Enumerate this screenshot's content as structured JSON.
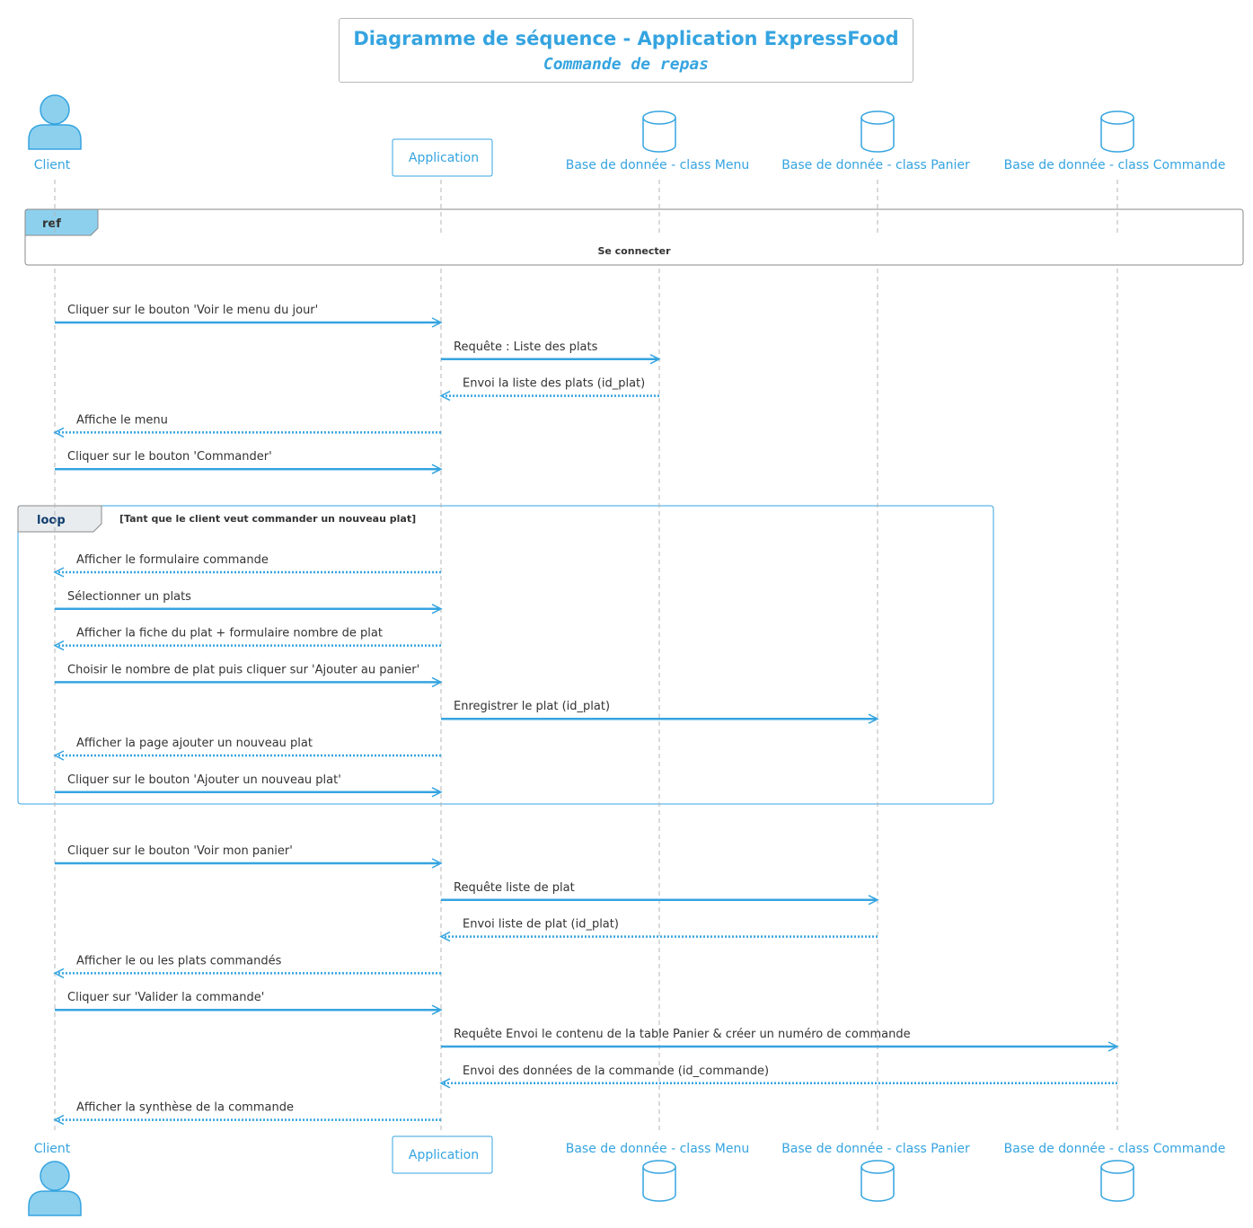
{
  "title": "Diagramme de séquence - Application ExpressFood",
  "subtitle": "Commande de repas",
  "colors": {
    "accent": "#35a4e0",
    "actor_fill": "#8dd0ee",
    "text": "#333333",
    "loop_tab_text": "#103d6e",
    "ref_tab_fill": "#8dd0ee",
    "loop_tab_fill": "#e8ecef"
  },
  "participants": [
    {
      "id": "client",
      "label": "Client",
      "kind": "actor"
    },
    {
      "id": "app",
      "label": "Application",
      "kind": "box"
    },
    {
      "id": "menu",
      "label": "Base de donnée - class Menu",
      "kind": "database"
    },
    {
      "id": "panier",
      "label": "Base de donnée - class Panier",
      "kind": "database"
    },
    {
      "id": "commande",
      "label": "Base de donnée - class Commande",
      "kind": "database"
    }
  ],
  "ref_frame": {
    "tag": "ref",
    "text": "Se connecter"
  },
  "loop_frame": {
    "tag": "loop",
    "guard": "[Tant que le client veut commander un nouveau plat]"
  },
  "messages_before_loop": [
    {
      "from": "client",
      "to": "app",
      "text": "Cliquer sur le bouton 'Voir le menu du jour'",
      "type": "sync"
    },
    {
      "from": "app",
      "to": "menu",
      "text": "Requête : Liste des plats",
      "type": "sync"
    },
    {
      "from": "menu",
      "to": "app",
      "text": "Envoi la liste des plats (id_plat)",
      "type": "reply"
    },
    {
      "from": "app",
      "to": "client",
      "text": "Affiche le menu",
      "type": "reply"
    },
    {
      "from": "client",
      "to": "app",
      "text": "Cliquer sur le bouton 'Commander'",
      "type": "sync"
    }
  ],
  "messages_in_loop": [
    {
      "from": "app",
      "to": "client",
      "text": "Afficher le formulaire commande",
      "type": "reply"
    },
    {
      "from": "client",
      "to": "app",
      "text": "Sélectionner un plats",
      "type": "sync"
    },
    {
      "from": "app",
      "to": "client",
      "text": "Afficher la fiche du plat + formulaire nombre de plat",
      "type": "reply"
    },
    {
      "from": "client",
      "to": "app",
      "text": "Choisir le nombre de plat puis cliquer sur 'Ajouter au panier'",
      "type": "sync"
    },
    {
      "from": "app",
      "to": "panier",
      "text": "Enregistrer le plat (id_plat)",
      "type": "sync"
    },
    {
      "from": "app",
      "to": "client",
      "text": "Afficher la page ajouter un nouveau plat",
      "type": "reply"
    },
    {
      "from": "client",
      "to": "app",
      "text": "Cliquer sur le bouton 'Ajouter un nouveau plat'",
      "type": "sync"
    }
  ],
  "messages_after_loop": [
    {
      "from": "client",
      "to": "app",
      "text": "Cliquer sur le bouton 'Voir mon panier'",
      "type": "sync"
    },
    {
      "from": "app",
      "to": "panier",
      "text": "Requête liste de plat",
      "type": "sync"
    },
    {
      "from": "panier",
      "to": "app",
      "text": "Envoi liste de plat (id_plat)",
      "type": "reply"
    },
    {
      "from": "app",
      "to": "client",
      "text": "Afficher le ou les plats commandés",
      "type": "reply"
    },
    {
      "from": "client",
      "to": "app",
      "text": "Cliquer sur 'Valider la commande'",
      "type": "sync"
    },
    {
      "from": "app",
      "to": "commande",
      "text": "Requête Envoi le contenu de la table Panier & créer un numéro de commande",
      "type": "sync"
    },
    {
      "from": "commande",
      "to": "app",
      "text": "Envoi des données de la commande (id_commande)",
      "type": "reply"
    },
    {
      "from": "app",
      "to": "client",
      "text": "Afficher la synthèse de la commande",
      "type": "reply"
    }
  ]
}
